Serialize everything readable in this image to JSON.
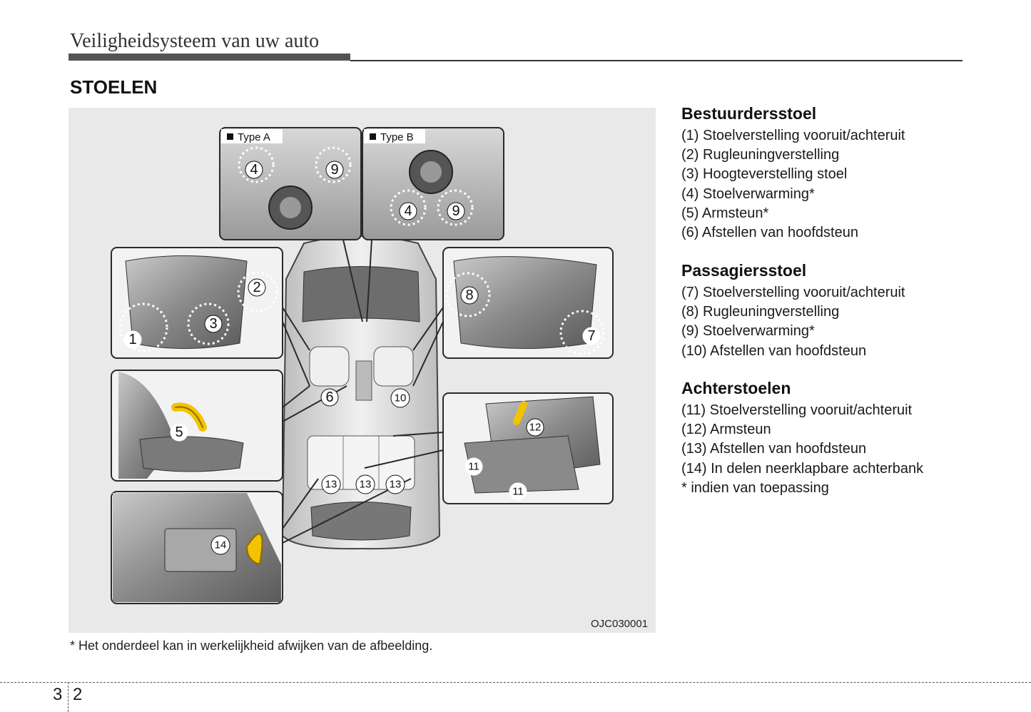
{
  "header": {
    "chapter_title": "Veiligheidsysteem van uw auto"
  },
  "section_title": "STOELEN",
  "figure": {
    "code": "OJC030001",
    "type_a_label": "Type A",
    "type_b_label": "Type B",
    "callouts": [
      "1",
      "2",
      "3",
      "4",
      "5",
      "6",
      "7",
      "8",
      "9",
      "10",
      "11",
      "12",
      "13",
      "14"
    ]
  },
  "legend": {
    "driver": {
      "title": "Bestuurdersstoel",
      "items": [
        "(1) Stoelverstelling vooruit/achteruit",
        "(2) Rugleuningverstelling",
        "(3) Hoogteverstelling stoel",
        "(4) Stoelverwarming*",
        "(5) Armsteun*",
        "(6) Afstellen van hoofdsteun"
      ]
    },
    "passenger": {
      "title": "Passagiersstoel",
      "items": [
        "(7) Stoelverstelling vooruit/achteruit",
        "(8) Rugleuningverstelling",
        "(9) Stoelverwarming*",
        "(10) Afstellen van hoofdsteun"
      ]
    },
    "rear": {
      "title": "Achterstoelen",
      "items": [
        "(11) Stoelverstelling vooruit/achteruit",
        "(12) Armsteun",
        "(13) Afstellen van hoofdsteun",
        "(14) In delen neerklapbare achterbank",
        "* indien van toepassing"
      ]
    }
  },
  "footnote": "* Het onderdeel kan in werkelijkheid afwijken van de afbeelding.",
  "page": {
    "chapter": "3",
    "number": "2"
  },
  "colors": {
    "figure_bg": "#e9e9e9",
    "arrow": "#f2c300",
    "panel_border": "#2a2a2a"
  }
}
